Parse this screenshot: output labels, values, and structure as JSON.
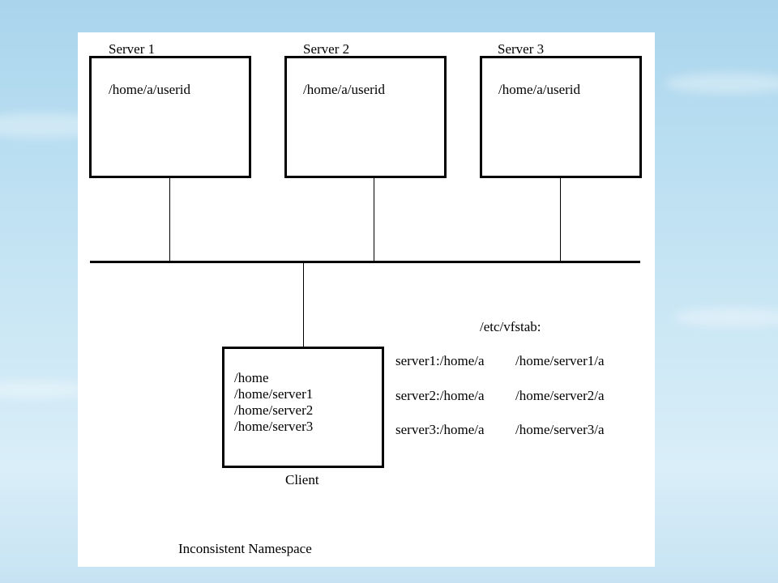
{
  "diagram": {
    "servers": [
      {
        "name": "Server 1",
        "path": "/home/a/userid"
      },
      {
        "name": "Server 2",
        "path": "/home/a/userid"
      },
      {
        "name": "Server 3",
        "path": "/home/a/userid"
      }
    ],
    "client": {
      "name": "Client",
      "mounts": [
        "/home",
        "/home/server1",
        "/home/server2",
        "/home/server3"
      ]
    },
    "vfstab": {
      "title": "/etc/vfstab:",
      "entries": [
        {
          "source": "server1:/home/a",
          "target": "/home/server1/a"
        },
        {
          "source": "server2:/home/a",
          "target": "/home/server2/a"
        },
        {
          "source": "server3:/home/a",
          "target": "/home/server3/a"
        }
      ]
    },
    "caption": "Inconsistent Namespace"
  }
}
